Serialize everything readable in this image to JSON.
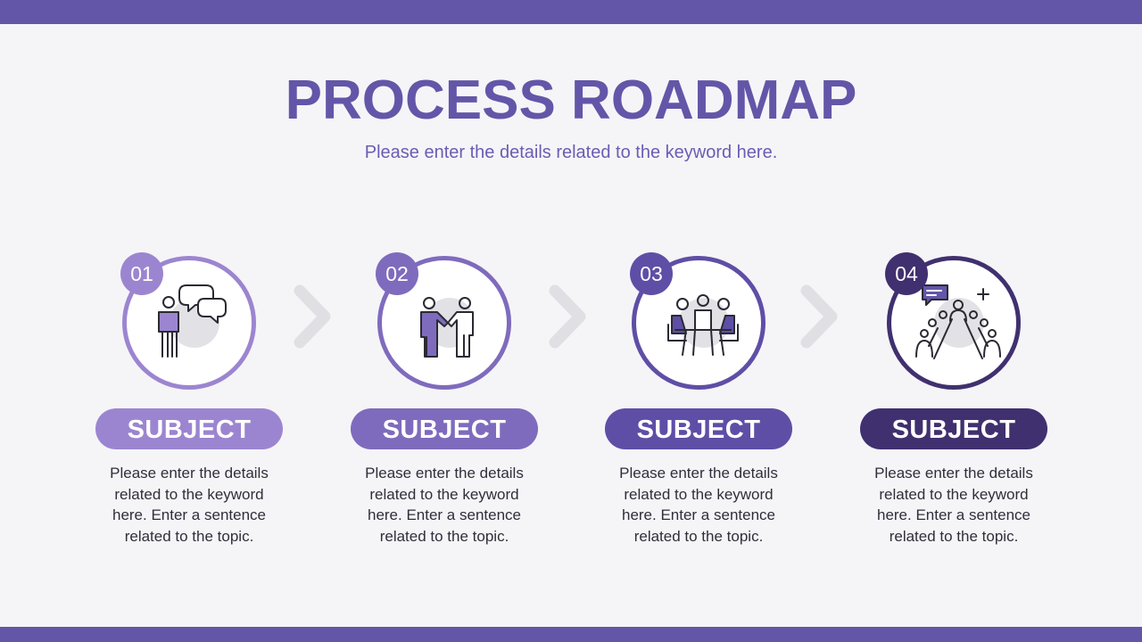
{
  "header": {
    "title": "PROCESS ROADMAP",
    "subtitle": "Please enter the details related to the keyword here."
  },
  "colors": {
    "bar": "#6356a8",
    "title": "#6356a8",
    "arrow": "#e0e0e4"
  },
  "steps": [
    {
      "number": "01",
      "label": "SUBJECT",
      "text": "Please enter the details related to the keyword here. Enter a sentence related to the topic.",
      "icon": "person-speech-bubbles-icon",
      "color": "#9c85d0"
    },
    {
      "number": "02",
      "label": "SUBJECT",
      "text": "Please enter the details related to the keyword here. Enter a sentence related to the topic.",
      "icon": "handshake-people-icon",
      "color": "#7f6bbd"
    },
    {
      "number": "03",
      "label": "SUBJECT",
      "text": "Please enter the details related to the keyword here. Enter a sentence related to the topic.",
      "icon": "team-meeting-table-icon",
      "color": "#5f4ea6"
    },
    {
      "number": "04",
      "label": "SUBJECT",
      "text": "Please enter the details related to the keyword here. Enter a sentence related to the topic.",
      "icon": "conference-presentation-icon",
      "color": "#40306f"
    }
  ]
}
